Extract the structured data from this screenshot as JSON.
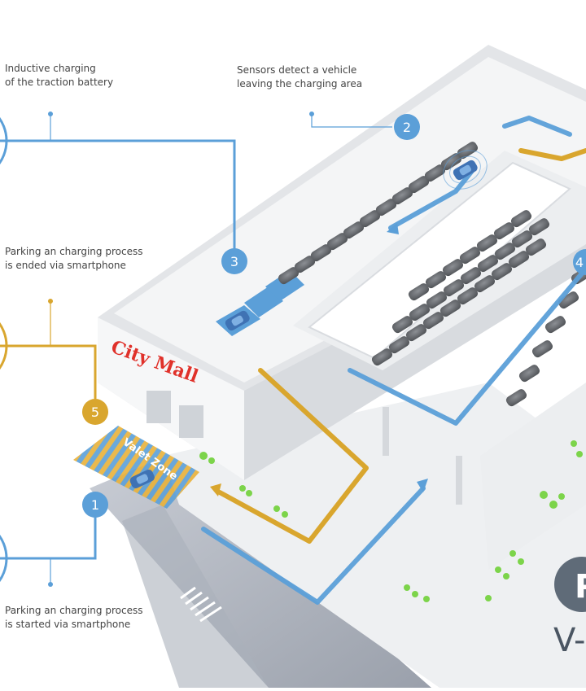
{
  "captions": {
    "step_top_left": "Inductive charging\nof the traction battery",
    "step_2": "Sensors detect a vehicle\nleaving the charging area",
    "step_3_end": "Parking an charging process\nis ended via smartphone",
    "step_1_start": "Parking an charging process\nis started via smartphone"
  },
  "markers": {
    "m1": "1",
    "m2": "2",
    "m3": "3",
    "m4": "4",
    "m5": "5"
  },
  "building_sign": "City Mall",
  "valet_zone": "Valet Zone",
  "logo": {
    "letter": "P",
    "partial_text": "V-"
  },
  "colors": {
    "blue": "#5b9fd8",
    "yellow": "#d9a62e",
    "sign_red": "#e0312a",
    "building": "#f3f4f5",
    "road": "#b3b8c3"
  }
}
